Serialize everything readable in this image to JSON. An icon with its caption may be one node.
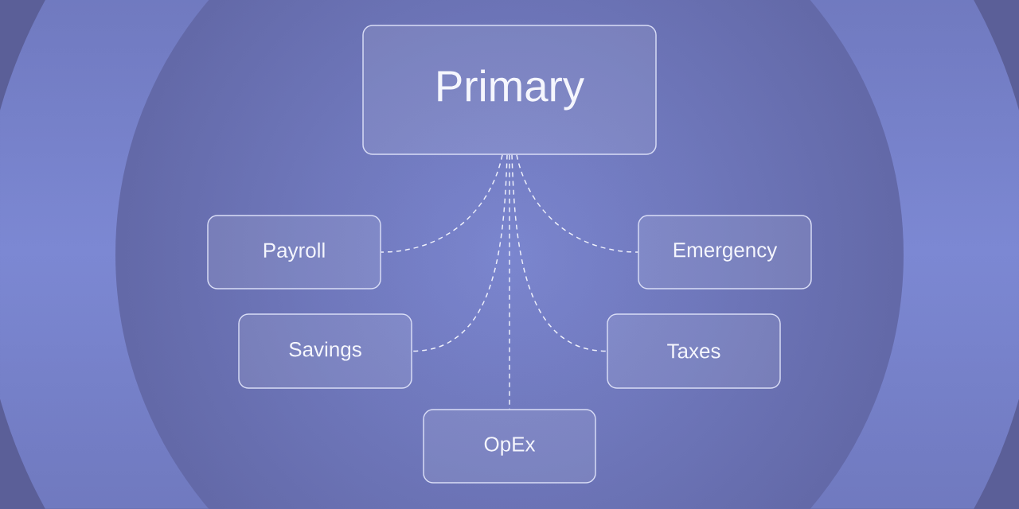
{
  "diagram": {
    "nodes": [
      {
        "text": [
          "Primary"
        ]
      },
      {
        "text": [
          "Payroll"
        ]
      },
      {
        "text": [
          "Emergency"
        ]
      },
      {
        "text": [
          "Savings"
        ]
      },
      {
        "text": [
          "Taxes"
        ]
      },
      {
        "text": [
          "OpEx"
        ]
      }
    ],
    "edges": [
      {
        "from": 0,
        "to": 1,
        "arrow": "none",
        "style": "dashed"
      },
      {
        "from": 0,
        "to": 2,
        "arrow": "none",
        "style": "dashed"
      },
      {
        "from": 0,
        "to": 3,
        "arrow": "none",
        "style": "dashed"
      },
      {
        "from": 0,
        "to": 4,
        "arrow": "none",
        "style": "dashed"
      },
      {
        "from": 0,
        "to": 5,
        "arrow": "none",
        "style": "dashed"
      }
    ]
  }
}
